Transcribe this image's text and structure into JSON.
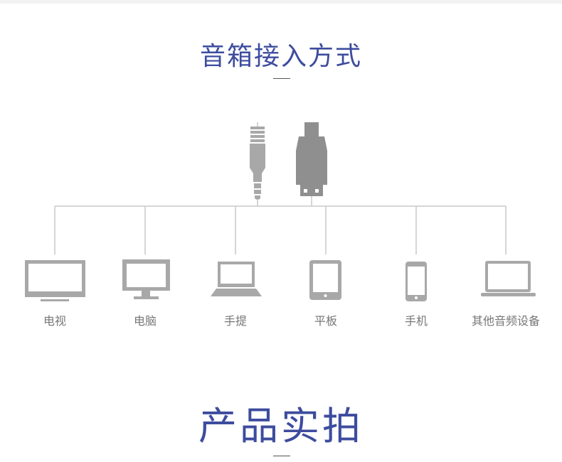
{
  "section1": {
    "title": "音箱接入方式"
  },
  "cables": [
    "audio-jack",
    "usb-plug"
  ],
  "devices": [
    {
      "label": "电视",
      "icon": "tv-icon"
    },
    {
      "label": "电脑",
      "icon": "monitor-icon"
    },
    {
      "label": "手提",
      "icon": "laptop-icon"
    },
    {
      "label": "平板",
      "icon": "tablet-icon"
    },
    {
      "label": "手机",
      "icon": "phone-icon"
    },
    {
      "label": "其他音频设备",
      "icon": "notebook-icon"
    }
  ],
  "section2": {
    "title": "产品实拍"
  },
  "colors": {
    "title": "#3d4c9e",
    "icon": "#a8a8a8",
    "line": "#c8c8c8"
  }
}
